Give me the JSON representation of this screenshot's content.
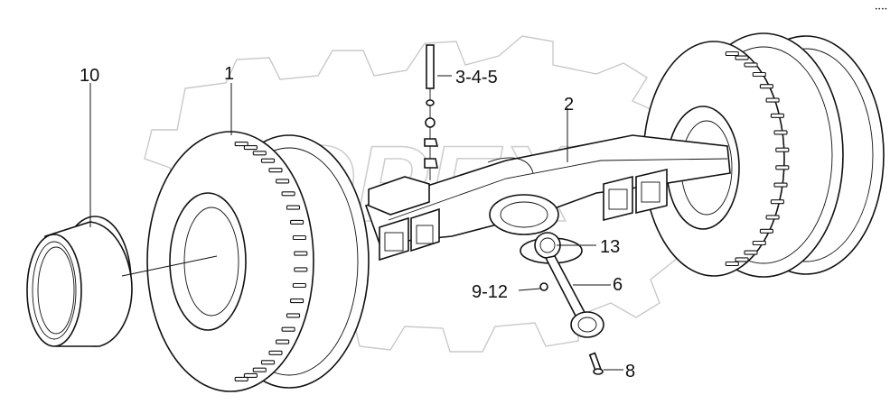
{
  "labels": {
    "rim": "10",
    "tire": "1",
    "bolt_set": "3-4-5",
    "axle": "2",
    "hub": "13",
    "nuts": "9-12",
    "shaft": "6",
    "bolt": "8"
  },
  "watermark": {
    "text": "OPEX",
    "color": "#cfcfcf"
  },
  "corner_mark": "••••",
  "colors": {
    "line": "#111111",
    "background": "#ffffff"
  }
}
